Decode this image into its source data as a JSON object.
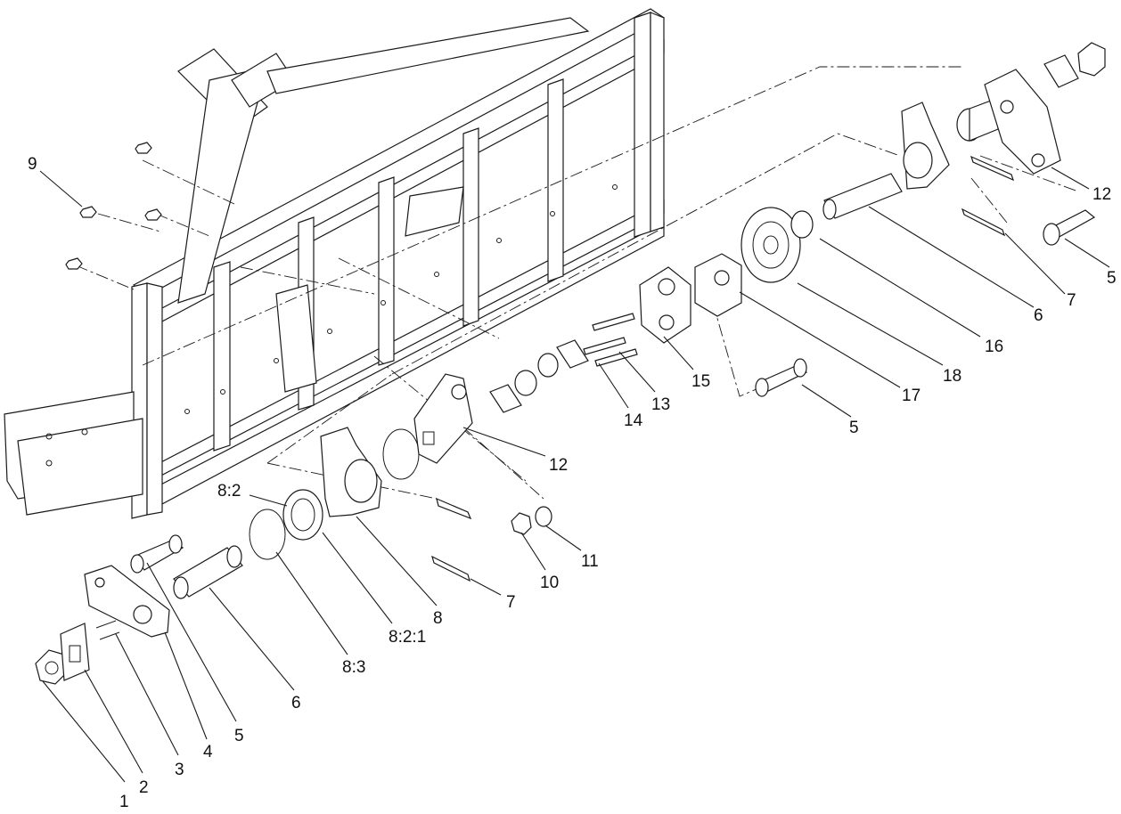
{
  "callouts": [
    {
      "id": "c1",
      "text": "1"
    },
    {
      "id": "c2",
      "text": "2"
    },
    {
      "id": "c3",
      "text": "3"
    },
    {
      "id": "c4",
      "text": "4"
    },
    {
      "id": "c5a",
      "text": "5"
    },
    {
      "id": "c5b",
      "text": "5"
    },
    {
      "id": "c5c",
      "text": "5"
    },
    {
      "id": "c6a",
      "text": "6"
    },
    {
      "id": "c6b",
      "text": "6"
    },
    {
      "id": "c7a",
      "text": "7"
    },
    {
      "id": "c7b",
      "text": "7"
    },
    {
      "id": "c8",
      "text": "8"
    },
    {
      "id": "c82",
      "text": "8:2"
    },
    {
      "id": "c821",
      "text": "8:2:1"
    },
    {
      "id": "c83",
      "text": "8:3"
    },
    {
      "id": "c9",
      "text": "9"
    },
    {
      "id": "c10",
      "text": "10"
    },
    {
      "id": "c11",
      "text": "11"
    },
    {
      "id": "c12a",
      "text": "12"
    },
    {
      "id": "c12b",
      "text": "12"
    },
    {
      "id": "c13",
      "text": "13"
    },
    {
      "id": "c14",
      "text": "14"
    },
    {
      "id": "c15",
      "text": "15"
    },
    {
      "id": "c16",
      "text": "16"
    },
    {
      "id": "c17",
      "text": "17"
    },
    {
      "id": "c18",
      "text": "18"
    }
  ]
}
